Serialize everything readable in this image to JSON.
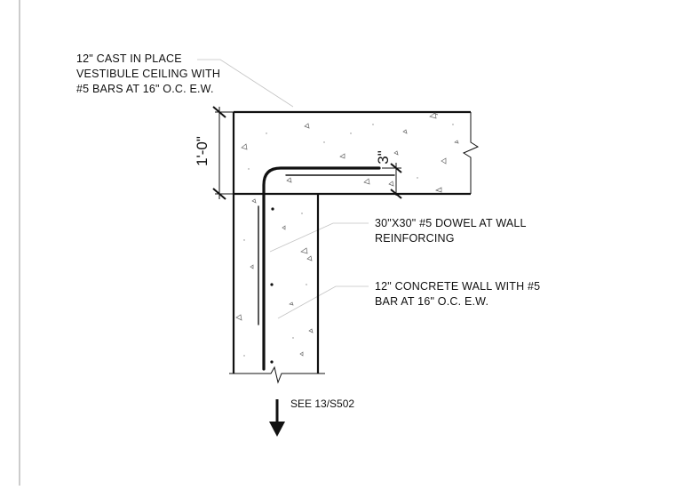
{
  "notes": {
    "slab": [
      "12\" CAST IN PLACE",
      "VESTIBULE CEILING WITH",
      "#5 BARS AT 16\" O.C. E.W."
    ],
    "dowel": [
      "30\"X30\" #5 DOWEL AT WALL",
      "REINFORCING"
    ],
    "wall": [
      "12\" CONCRETE WALL WITH #5",
      "BAR AT 16\" O.C. E.W."
    ]
  },
  "dimensions": {
    "slab_thickness": "1'-0\"",
    "cover": "3\""
  },
  "reference": {
    "label": "SEE 13/S502"
  },
  "colors": {
    "line": "#111111",
    "leader": "#bbbbbb",
    "aggregate": "#666666"
  }
}
